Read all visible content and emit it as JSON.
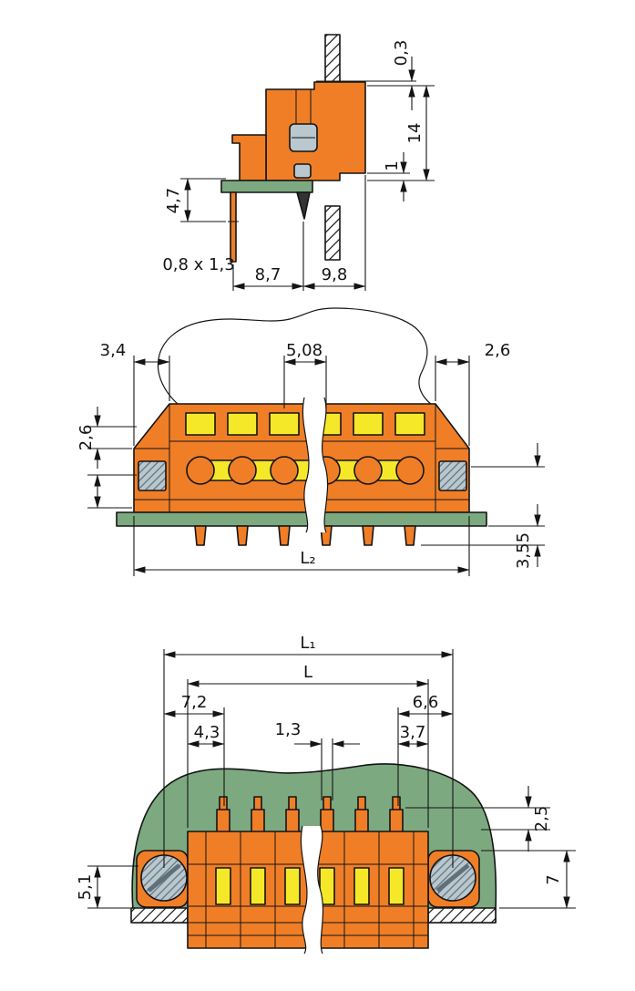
{
  "colors": {
    "bg": "#ffffff",
    "line": "#141414",
    "orange": "#ef7e27",
    "yellow": "#f5e829",
    "green": "#7da981",
    "screw_gray": "#b9c7ce",
    "screw_dark": "#5f7078",
    "pin_dark": "#333333"
  },
  "views": {
    "side": {
      "dims": {
        "d03": "0,3",
        "d14": "14",
        "d1": "1",
        "d47": "4,7",
        "d0813": "0,8 x 1,3",
        "d87": "8,7",
        "d98": "9,8"
      }
    },
    "front": {
      "dims": {
        "d34": "3,4",
        "d508": "5,08",
        "d26r": "2,6",
        "d26l": "2,6",
        "d355": "3,55",
        "dL2": "L₂"
      }
    },
    "bottom": {
      "dims": {
        "dL1": "L₁",
        "dL": "L",
        "d72": "7,2",
        "d66": "6,6",
        "d43": "4,3",
        "d13": "1,3",
        "d37": "3,7",
        "d51": "5,1",
        "d25": "2,5",
        "d7": "7"
      }
    }
  }
}
